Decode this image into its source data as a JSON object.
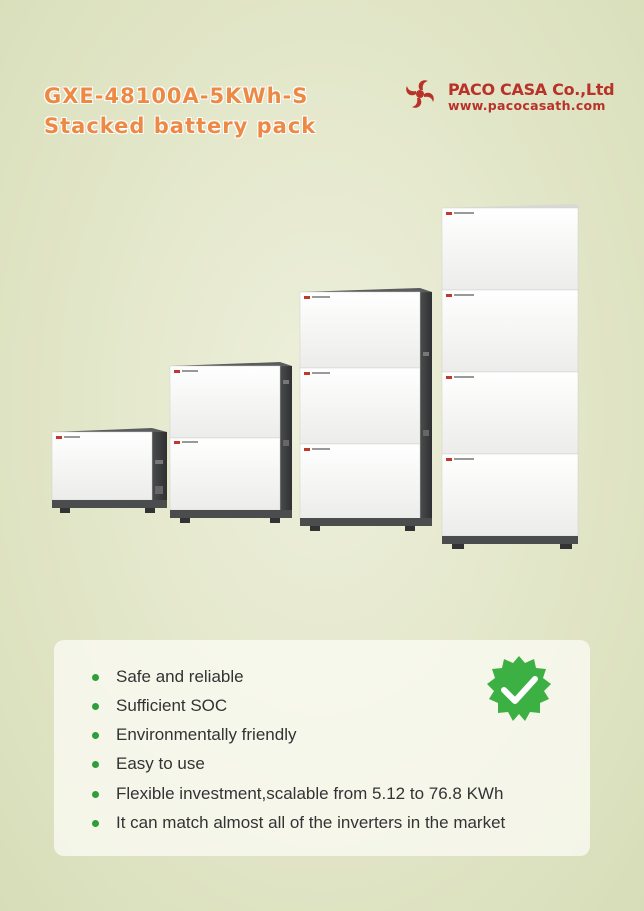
{
  "header": {
    "model": "GXE-48100A-5KWh-S",
    "subtitle": "Stacked battery pack"
  },
  "brand": {
    "company": "PACO CASA Co.,Ltd",
    "website": "www.pacocasath.com",
    "logo_icon": "swirl-logo-icon",
    "color": "#b8322a"
  },
  "colors": {
    "title_orange": "#ec8a45",
    "bullet_green": "#2e9e3a",
    "badge_green": "#3cb043"
  },
  "features": [
    "Safe and reliable",
    "Sufficient SOC",
    "Environmentally friendly",
    "Easy to use",
    "Flexible investment,scalable from 5.12 to 76.8 KWh",
    "It can match almost all of the inverters in the market"
  ],
  "badge_icon": "check-badge-icon"
}
